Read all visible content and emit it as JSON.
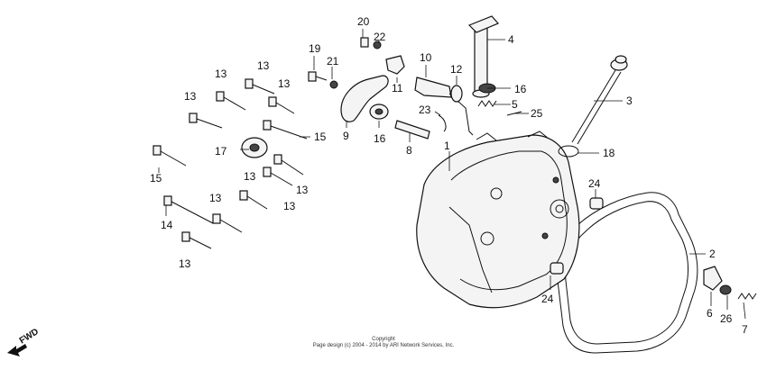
{
  "callouts": [
    {
      "id": "1",
      "label": "1"
    },
    {
      "id": "2",
      "label": "2"
    },
    {
      "id": "3",
      "label": "3"
    },
    {
      "id": "4",
      "label": "4"
    },
    {
      "id": "5",
      "label": "5"
    },
    {
      "id": "6",
      "label": "6"
    },
    {
      "id": "7",
      "label": "7"
    },
    {
      "id": "8",
      "label": "8"
    },
    {
      "id": "9",
      "label": "9"
    },
    {
      "id": "10",
      "label": "10"
    },
    {
      "id": "11",
      "label": "11"
    },
    {
      "id": "12",
      "label": "12"
    },
    {
      "id": "13",
      "label": "13"
    },
    {
      "id": "14",
      "label": "14"
    },
    {
      "id": "15",
      "label": "15"
    },
    {
      "id": "16",
      "label": "16"
    },
    {
      "id": "17",
      "label": "17"
    },
    {
      "id": "18",
      "label": "18"
    },
    {
      "id": "19",
      "label": "19"
    },
    {
      "id": "20",
      "label": "20"
    },
    {
      "id": "21",
      "label": "21"
    },
    {
      "id": "22",
      "label": "22"
    },
    {
      "id": "23",
      "label": "23"
    },
    {
      "id": "24",
      "label": "24"
    },
    {
      "id": "25",
      "label": "25"
    },
    {
      "id": "26",
      "label": "26"
    }
  ],
  "fwd_label": "FWD",
  "copyright": {
    "line1": "Copyright",
    "line2": "Page design (c) 2004 - 2014 by ARI Network Services, Inc."
  },
  "colors": {
    "line": "#111111",
    "background": "#ffffff",
    "part_fill": "#f4f4f4"
  }
}
